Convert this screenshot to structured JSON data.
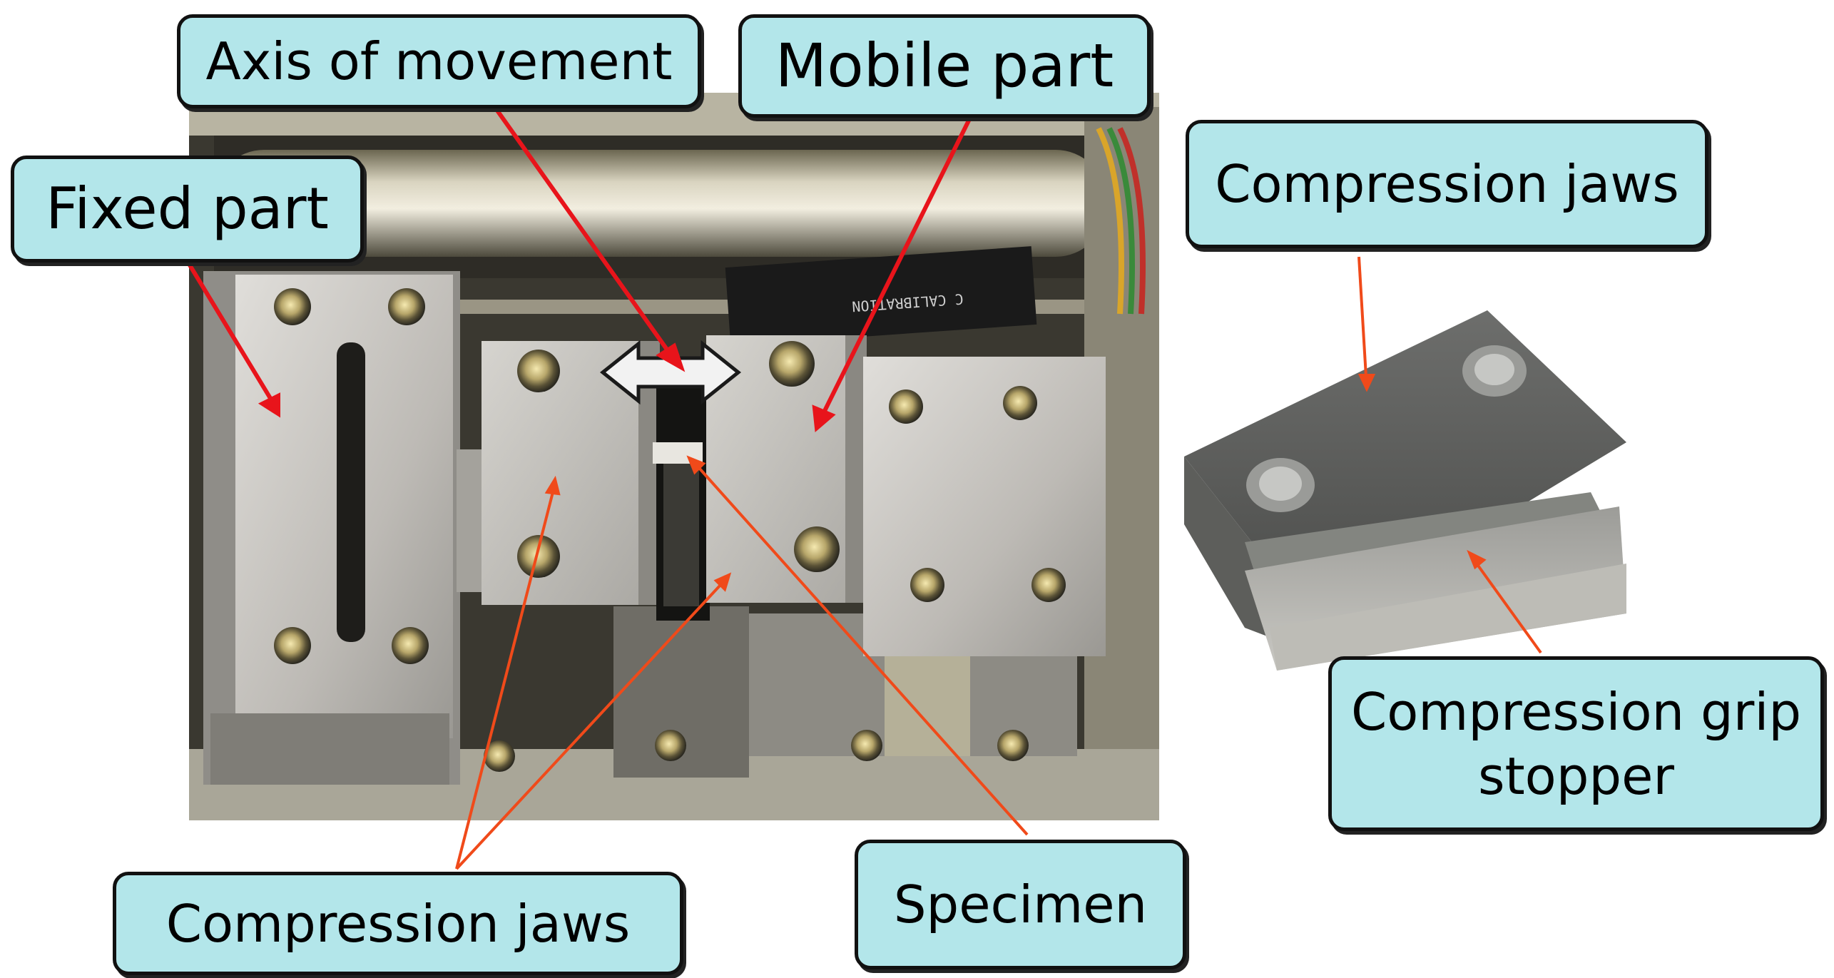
{
  "labels": {
    "axis": "Axis of movement",
    "mobile": "Mobile part",
    "fixed": "Fixed part",
    "jaws_right": "Compression jaws",
    "jaws_bottom": "Compression jaws",
    "specimen": "Specimen",
    "stopper": "Compression grip\nstopper"
  },
  "colors": {
    "label_fill": "#b3e6ea",
    "arrow_red": "#e8141b",
    "arrow_orange": "#f04a1a",
    "metal_light": "#c8c6c0",
    "metal_dark": "#5a5a58"
  }
}
